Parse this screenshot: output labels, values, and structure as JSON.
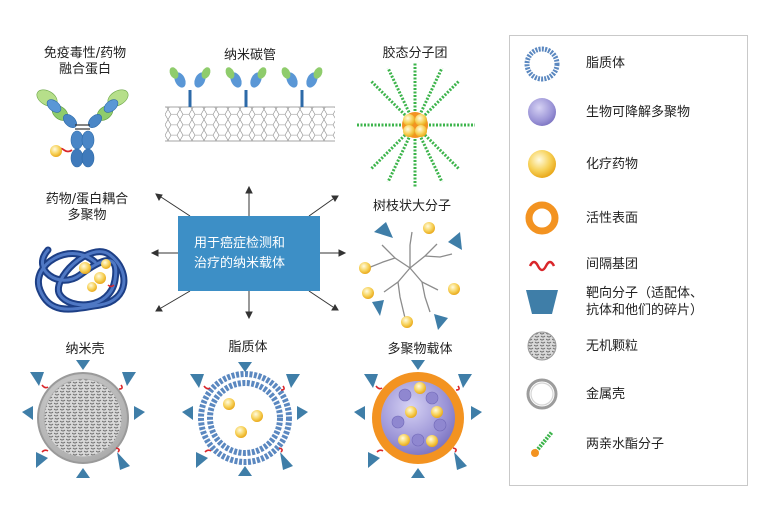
{
  "center_label_line1": "用于癌症检测和",
  "center_label_line2": "治疗的纳米载体",
  "carriers": {
    "antibody_line1": "免疫毒性/药物",
    "antibody_line2": "融合蛋白",
    "nanotube": "纳米碳管",
    "micelle": "胶态分子团",
    "conjugate_line1": "药物/蛋白耦合",
    "conjugate_line2": "多聚物",
    "dendrimer": "树枝状大分子",
    "nanoshell": "纳米壳",
    "liposome": "脂质体",
    "polymer_carrier": "多聚物载体"
  },
  "legend": [
    {
      "icon": "lipid-ring-icon",
      "label": "脂质体"
    },
    {
      "icon": "purple-sphere-icon",
      "label": "生物可降解多聚物"
    },
    {
      "icon": "yellow-drug-icon",
      "label": "化疗药物"
    },
    {
      "icon": "orange-ring-icon",
      "label": "活性表面"
    },
    {
      "icon": "red-squiggle-icon",
      "label": "间隔基团"
    },
    {
      "icon": "blue-trapezoid-icon",
      "label_line1": "靶向分子（适配体、",
      "label_line2": "抗体和他们的碎片）"
    },
    {
      "icon": "gray-particle-icon",
      "label": "无机颗粒"
    },
    {
      "icon": "metal-shell-icon",
      "label": "金属壳"
    },
    {
      "icon": "amphiphilic-icon",
      "label": "两亲水酯分子"
    }
  ],
  "colors": {
    "center_box": "#3d8fc6",
    "target_blue": "#3f7ea8",
    "drug_yellow": "#f5c542",
    "spacer_red": "#d9262b",
    "shell_orange": "#f39321",
    "polymer_purple": "#9a93d6",
    "lipid_blue": "#5b88c0",
    "chain_green": "#3cb44b"
  }
}
